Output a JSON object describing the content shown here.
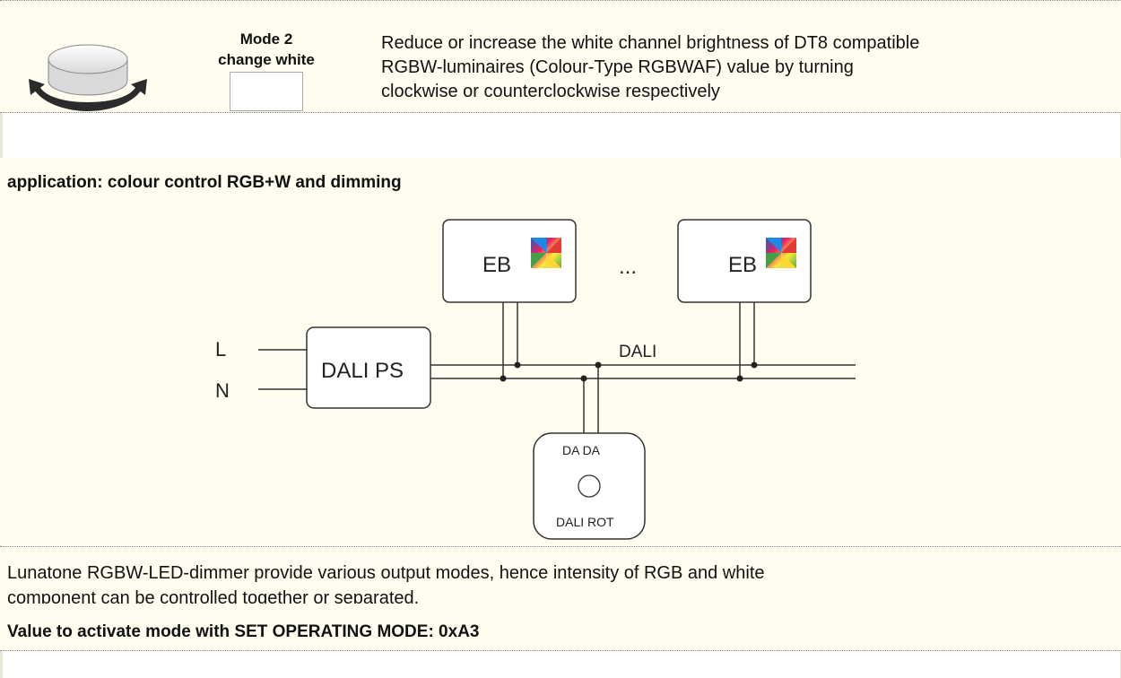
{
  "mode": {
    "title": "Mode 2",
    "subtitle": "change white",
    "description_line1": "Reduce or increase the white channel brightness of DT8 compatible",
    "description_line2": "RGBW-luminaires (Colour-Type RGBWAF) value by turning",
    "description_line3": "clockwise or counterclockwise respectively"
  },
  "application": {
    "title": "application: colour control RGB+W and dimming"
  },
  "diagram": {
    "eb_left": "EB",
    "eb_right": "EB",
    "ellipsis": "...",
    "line_l": "L",
    "line_n": "N",
    "power_supply": "DALI PS",
    "bus_label": "DALI",
    "rot_terminals": "DA DA",
    "rot_label": "DALI ROT"
  },
  "footer": {
    "paragraph_line1": "Lunatone RGBW-LED-dimmer provide various output modes, hence intensity of RGB and white",
    "paragraph_line2": "component can be controlled together or separated.",
    "activation": "Value to activate mode with SET OPERATING MODE: 0xA3"
  },
  "colors": {
    "background": "#fefdf0",
    "knob_arrow": "#2b2b2b",
    "wire": "#333333"
  }
}
